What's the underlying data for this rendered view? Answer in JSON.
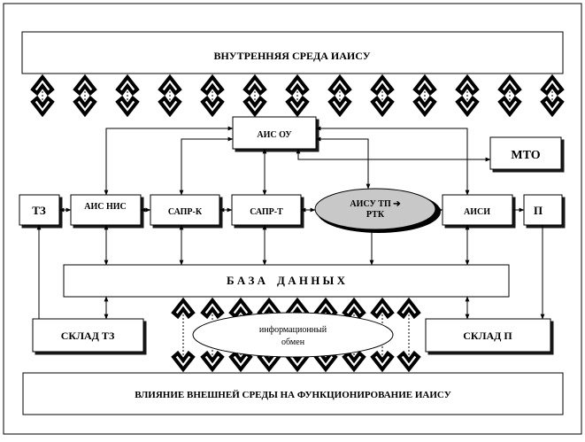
{
  "top_band": {
    "label": "ВНУТРЕННЯЯ СРЕДА ИАИСУ"
  },
  "bottom_band": {
    "label": "ВЛИЯНИЕ ВНЕШНЕЙ СРЕДЫ НА ФУНКЦИОНИРОВАНИЕ ИАИСУ"
  },
  "blocks": {
    "ais_ou": "АИС ОУ",
    "mto": "МТО",
    "tz": "ТЗ",
    "ais_nis": "АИС НИС",
    "sapr_k": "САПР-К",
    "sapr_t": "САПР-Т",
    "aisu_tp_line1": "АИСУ ТП ➔",
    "aisu_tp_line2": "РТК",
    "aisi": "АИСИ",
    "p": "П",
    "database": "Б А З А    Д А Н Н Ы Х",
    "sklad_tz": "СКЛАД ТЗ",
    "sklad_p": "СКЛАД П",
    "info_line1": "информационный",
    "info_line2": "обмен"
  }
}
